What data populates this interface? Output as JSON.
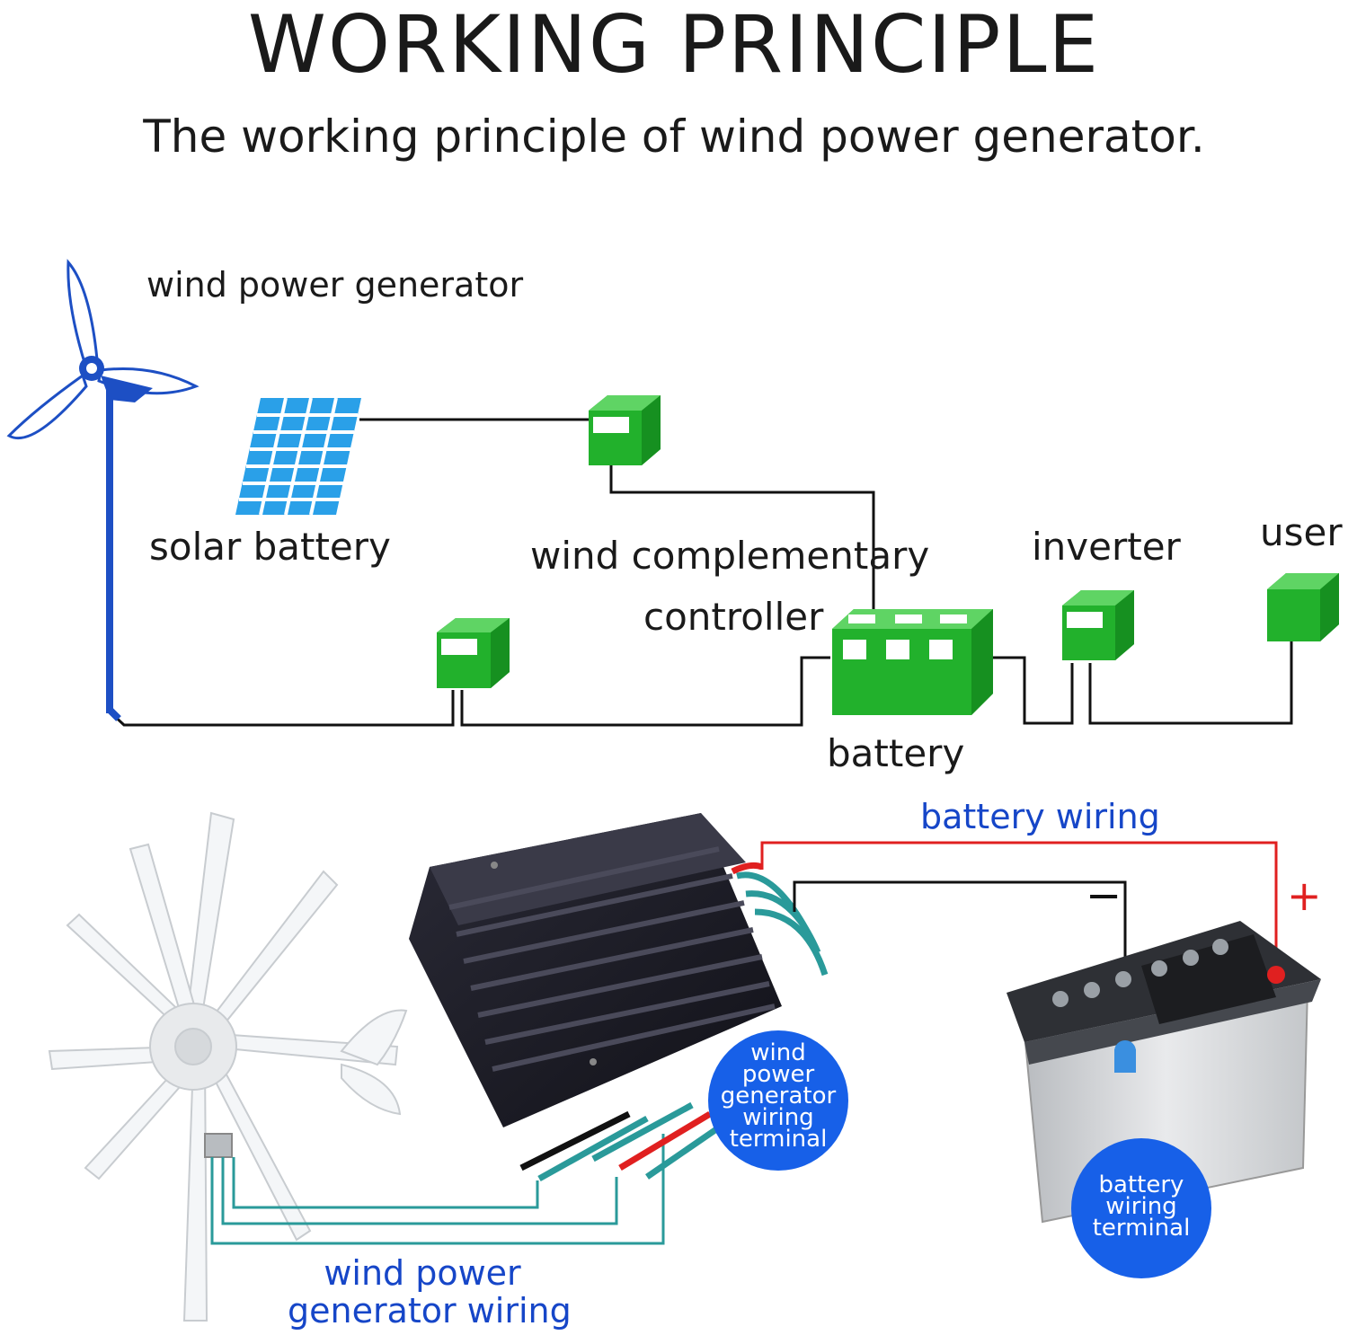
{
  "title": "WORKING PRINCIPLE",
  "subtitle": "The working principle of wind power generator.",
  "diagram": {
    "wind_generator_label": "wind power generator",
    "solar_label": "solar battery",
    "controller_label_line1": "wind complementary",
    "controller_label_line2": "controller",
    "inverter_label": "inverter",
    "user_label": "user",
    "battery_label": "battery"
  },
  "photo": {
    "battery_wiring_label": "battery wiring",
    "minus_sign": "−",
    "plus_sign": "+",
    "generator_terminal_line1": "wind",
    "generator_terminal_line2": "power",
    "generator_terminal_line3": "generator",
    "generator_terminal_line4": "wiring",
    "generator_terminal_line5": "terminal",
    "battery_terminal_line1": "battery",
    "battery_terminal_line2": "wiring",
    "battery_terminal_line3": "terminal",
    "generator_wiring_line1": "wind power",
    "generator_wiring_line2": "generator wiring"
  },
  "colors": {
    "box_green": "#22b12c",
    "turbine_blue": "#1d4fc4",
    "solar_blue": "#2aa0e8",
    "label_blue": "#1646c8",
    "circle_blue": "#1760e8",
    "wire_red": "#e02020",
    "wire_teal": "#2a9a9a"
  }
}
